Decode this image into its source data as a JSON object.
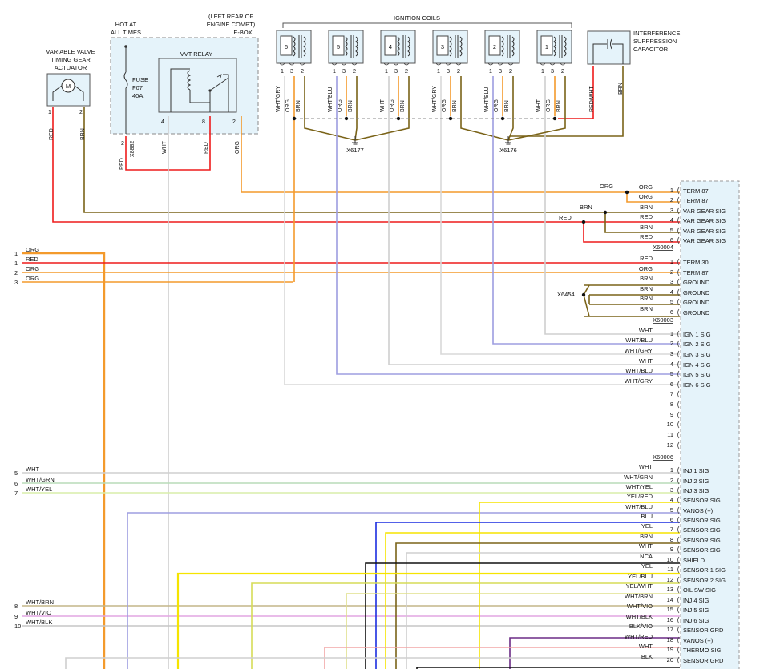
{
  "components": {
    "vvt_actuator": {
      "line1": "VARIABLE VALVE",
      "line2": "TIMING GEAR",
      "line3": "ACTUATOR",
      "pin1": "1",
      "pin2": "2",
      "motor_symbol": "M"
    },
    "ebox": {
      "loc1": "(LEFT REAR OF",
      "loc2": "ENGINE COMPT)",
      "loc3": "E-BOX",
      "hot1": "HOT AT",
      "hot2": "ALL TIMES",
      "fuse1": "FUSE",
      "fuse2": "F07",
      "fuse3": "40A",
      "relay": "VVT RELAY",
      "fuse_pin": "2",
      "fuse_conn": "X8882",
      "pin4": "4",
      "pin8": "8",
      "pin2": "2"
    },
    "coils": {
      "title": "IGNITION COILS",
      "numbers": [
        "6",
        "5",
        "4",
        "3",
        "2",
        "1"
      ],
      "pin_labels": [
        "1",
        "3",
        "2"
      ]
    },
    "capacitor": {
      "line1": "INTERFERENCE",
      "line2": "SUPPRESSION",
      "line3": "CAPACITOR"
    },
    "grounds": {
      "x6177": "X6177",
      "x6176": "X6176",
      "x6454": "X6454"
    }
  },
  "wire_colors": {
    "RED": "#ee1c1c",
    "ORG": "#f39a2c",
    "BRN": "#7a6318",
    "WHT": "#cfcfcf",
    "WHT_BLU": "#9d9de0",
    "WHT_GRY": "#d8d8d8",
    "WHT_GRN": "#b8dcb8",
    "WHT_YEL": "#d9eeaa",
    "YEL": "#f5e400",
    "BLU": "#1b2de0",
    "BLK": "#111111",
    "YEL_BLU": "#d6dc56",
    "YEL_WHT": "#e0e08c",
    "WHT_BRN": "#c4b689",
    "WHT_VIO": "#e2a6e2",
    "WHT_BLK": "#c6c6c6",
    "BLK_VIO": "#6b2b85",
    "WHT_RED": "#f2a6a6",
    "NCA": "#d4d4d4"
  },
  "wire_labels": {
    "vvt_pin1": "RED",
    "vvt_pin2": "BRN",
    "fuse_out": "RED",
    "relay4": "WHT",
    "relay8": "RED",
    "relay2": "ORG",
    "coil6": [
      "WHT/GRY",
      "ORG",
      "BRN"
    ],
    "coil5": [
      "WHT/BLU",
      "ORG",
      "BRN"
    ],
    "coil4": [
      "WHT",
      "ORG",
      "BRN"
    ],
    "coil3": [
      "WHT/GRY",
      "ORG",
      "BRN"
    ],
    "coil2": [
      "WHT/BLU",
      "ORG",
      "BRN"
    ],
    "coil1": [
      "WHT",
      "ORG",
      "BRN"
    ],
    "cap_a": "RED/WHT",
    "cap_b": "BRN",
    "term_org1": "ORG",
    "var_brn": "BRN",
    "var_red": "RED"
  },
  "left_pins": [
    {
      "num": "1",
      "color": "ORG"
    },
    {
      "num": "1",
      "color": "RED"
    },
    {
      "num": "2",
      "color": "ORG"
    },
    {
      "num": "3",
      "color": "ORG"
    },
    {
      "num": "5",
      "color": "WHT"
    },
    {
      "num": "6",
      "color": "WHT/GRN"
    },
    {
      "num": "7",
      "color": "WHT/YEL"
    },
    {
      "num": "8",
      "color": "WHT/BRN"
    },
    {
      "num": "9",
      "color": "WHT/VIO"
    },
    {
      "num": "10",
      "color": "WHT/BLK"
    }
  ],
  "connectors": {
    "c1": {
      "label": "X60004",
      "pins": [
        {
          "num": "1",
          "wire": "ORG",
          "signal": "TERM 87"
        },
        {
          "num": "2",
          "wire": "ORG",
          "signal": "TERM 87"
        },
        {
          "num": "3",
          "wire": "BRN",
          "signal": "VAR GEAR SIG"
        },
        {
          "num": "4",
          "wire": "RED",
          "signal": "VAR GEAR SIG"
        },
        {
          "num": "5",
          "wire": "BRN",
          "signal": "VAR GEAR SIG"
        },
        {
          "num": "6",
          "wire": "RED",
          "signal": "VAR GEAR SIG"
        }
      ]
    },
    "c2": {
      "label": "X60003",
      "pins": [
        {
          "num": "1",
          "wire": "RED",
          "signal": "TERM 30"
        },
        {
          "num": "2",
          "wire": "ORG",
          "signal": "TERM 87"
        },
        {
          "num": "3",
          "wire": "BRN",
          "signal": "GROUND"
        },
        {
          "num": "4",
          "wire": "BRN",
          "signal": "GROUND"
        },
        {
          "num": "5",
          "wire": "BRN",
          "signal": "GROUND"
        },
        {
          "num": "6",
          "wire": "BRN",
          "signal": "GROUND"
        }
      ]
    },
    "c3": {
      "label": "X60006",
      "pins": [
        {
          "num": "1",
          "wire": "WHT",
          "signal": "IGN 1 SIG"
        },
        {
          "num": "2",
          "wire": "WHT/BLU",
          "signal": "IGN 2 SIG"
        },
        {
          "num": "3",
          "wire": "WHT/GRY",
          "signal": "IGN 3 SIG"
        },
        {
          "num": "4",
          "wire": "WHT",
          "signal": "IGN 4 SIG"
        },
        {
          "num": "5",
          "wire": "WHT/BLU",
          "signal": "IGN 5 SIG"
        },
        {
          "num": "6",
          "wire": "WHT/GRY",
          "signal": "IGN 6 SIG"
        },
        {
          "num": "7",
          "wire": "",
          "signal": ""
        },
        {
          "num": "8",
          "wire": "",
          "signal": ""
        },
        {
          "num": "9",
          "wire": "",
          "signal": ""
        },
        {
          "num": "10",
          "wire": "",
          "signal": ""
        },
        {
          "num": "11",
          "wire": "",
          "signal": ""
        },
        {
          "num": "12",
          "wire": "",
          "signal": ""
        }
      ]
    },
    "c4": {
      "label": "",
      "pins": [
        {
          "num": "1",
          "wire": "WHT",
          "signal": "INJ 1 SIG"
        },
        {
          "num": "2",
          "wire": "WHT/GRN",
          "signal": "INJ 2 SIG"
        },
        {
          "num": "3",
          "wire": "WHT/YEL",
          "signal": "INJ 3 SIG"
        },
        {
          "num": "4",
          "wire": "YEL/RED",
          "signal": "SENSOR SIG"
        },
        {
          "num": "5",
          "wire": "WHT/BLU",
          "signal": "VANOS (+)"
        },
        {
          "num": "6",
          "wire": "BLU",
          "signal": "SENSOR SIG"
        },
        {
          "num": "7",
          "wire": "YEL",
          "signal": "SENSOR SIG"
        },
        {
          "num": "8",
          "wire": "BRN",
          "signal": "SENSOR SIG"
        },
        {
          "num": "9",
          "wire": "WHT",
          "signal": "SENSOR SIG"
        },
        {
          "num": "10",
          "wire": "NCA",
          "signal": "SHIELD"
        },
        {
          "num": "11",
          "wire": "YEL",
          "signal": "SENSOR 1 SIG"
        },
        {
          "num": "12",
          "wire": "YEL/BLU",
          "signal": "SENSOR 2 SIG"
        },
        {
          "num": "13",
          "wire": "YEL/WHT",
          "signal": "OIL SW SIG"
        },
        {
          "num": "14",
          "wire": "WHT/BRN",
          "signal": "INJ 4 SIG"
        },
        {
          "num": "15",
          "wire": "WHT/VIO",
          "signal": "INJ 5 SIG"
        },
        {
          "num": "16",
          "wire": "WHT/BLK",
          "signal": "INJ 6 SIG"
        },
        {
          "num": "17",
          "wire": "BLK/VIO",
          "signal": "SENSOR GRD"
        },
        {
          "num": "18",
          "wire": "WHT/RED",
          "signal": "VANOS (+)"
        },
        {
          "num": "19",
          "wire": "WHT",
          "signal": "THERMO SIG"
        },
        {
          "num": "20",
          "wire": "BLK",
          "signal": "SENSOR GRD"
        }
      ]
    }
  }
}
